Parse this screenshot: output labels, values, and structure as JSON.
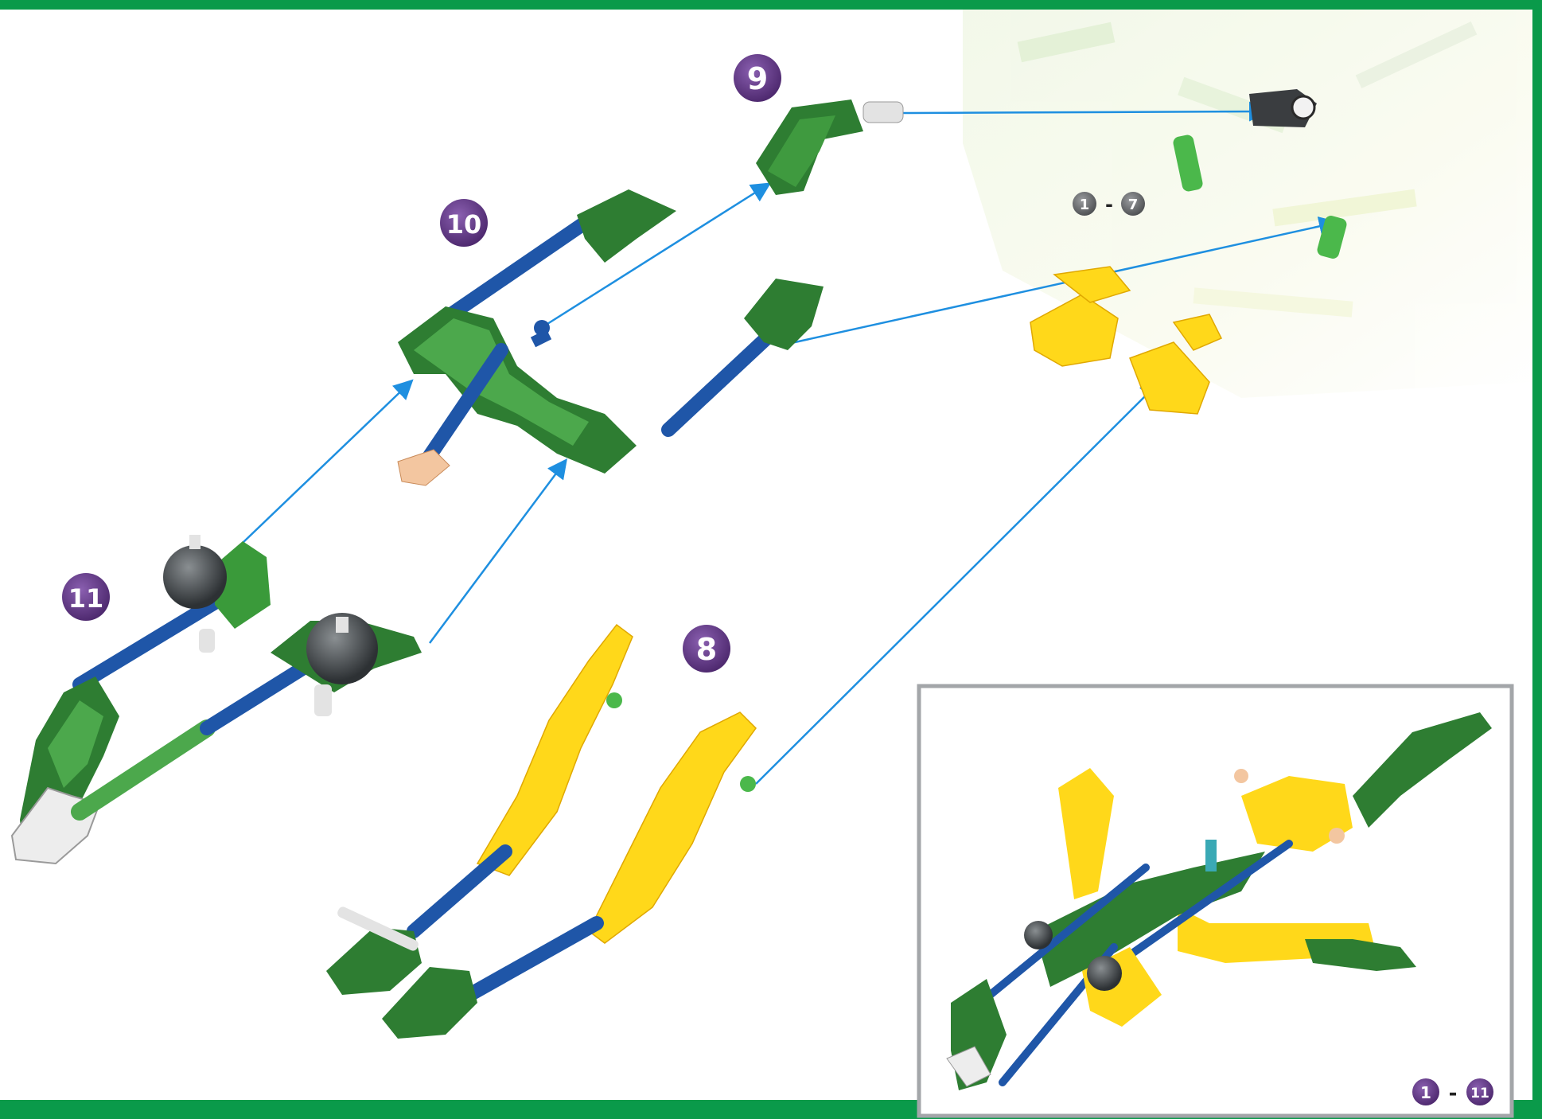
{
  "steps": {
    "step8": "8",
    "step9": "9",
    "step10": "10",
    "step11": "11"
  },
  "ranges": {
    "prev_from": "1",
    "prev_to": "7",
    "dash": "-",
    "total_from": "1",
    "total_to": "11"
  },
  "colors": {
    "border_green": "#0a9a4a",
    "step_badge": "#6a3d8e",
    "range_badge": "#6d6f72",
    "arrow_blue": "#1e8fe0",
    "piece_green": "#2e7d32",
    "piece_yellow": "#ffd81a",
    "rod_blue": "#1f56a8"
  }
}
